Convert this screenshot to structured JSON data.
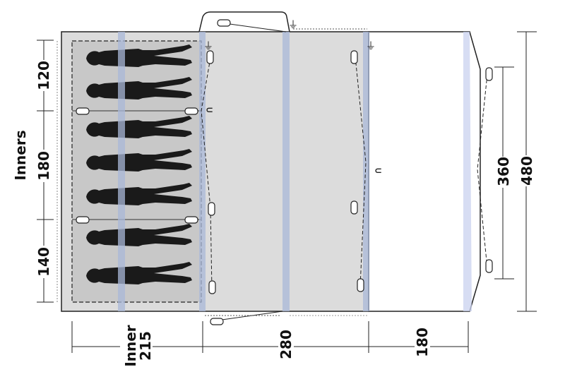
{
  "left_dimensions": {
    "group_label": "Inners",
    "segments": [
      "120",
      "180",
      "140"
    ]
  },
  "right_dimensions": {
    "inner_height": "360",
    "total_height": "480"
  },
  "bottom_dimensions": {
    "inner_label": "Inner",
    "inner_width": "215",
    "middle_width": "280",
    "porch_width": "180"
  },
  "colors": {
    "floor": "#dcdcdc",
    "inner": "#c8c8c8",
    "pole": "#a9b8d8",
    "silhouette": "#1a1a1a"
  },
  "icons": [
    "person-silhouette",
    "power-plug-icon",
    "magnet-icon",
    "peg-icon"
  ]
}
